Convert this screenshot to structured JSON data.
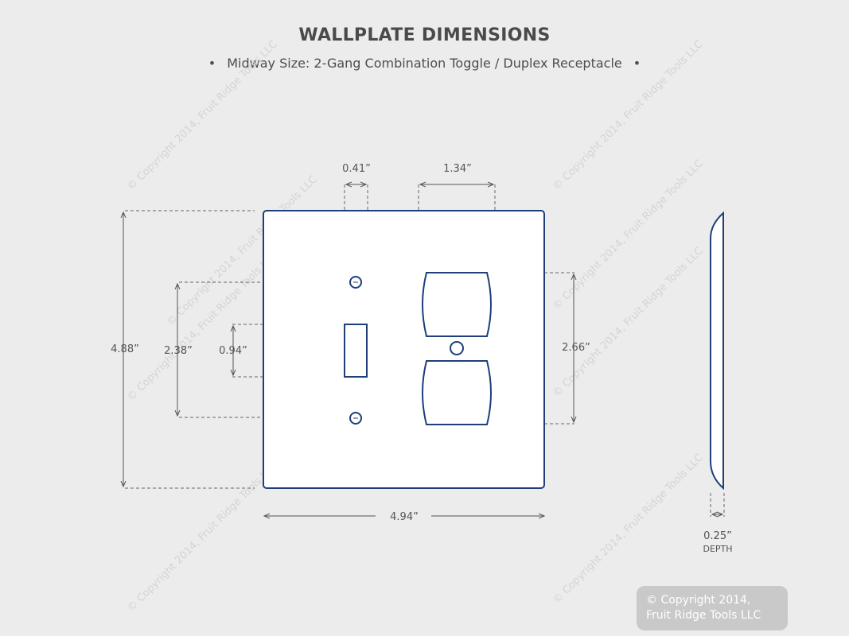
{
  "header": {
    "title": "WALLPLATE DIMENSIONS",
    "subtitle": "Midway Size: 2-Gang Combination Toggle / Duplex Receptacle",
    "bullet": "•"
  },
  "dimensions": {
    "toggle_width": "0.41”",
    "receptacle_width": "1.34”",
    "plate_height": "4.88”",
    "screw_spacing": "2.38”",
    "toggle_height": "0.94”",
    "receptacle_height": "2.66”",
    "plate_width": "4.94”",
    "depth_value": "0.25”",
    "depth_label": "DEPTH"
  },
  "watermark": "© Copyright 2014, Fruit Ridge Tools LLC",
  "copyright": {
    "line1": "© Copyright 2014,",
    "line2": "Fruit Ridge Tools LLC"
  },
  "colors": {
    "plate_outline": "#1e3f7a",
    "dimension_line": "#555555",
    "background": "#ececec"
  }
}
